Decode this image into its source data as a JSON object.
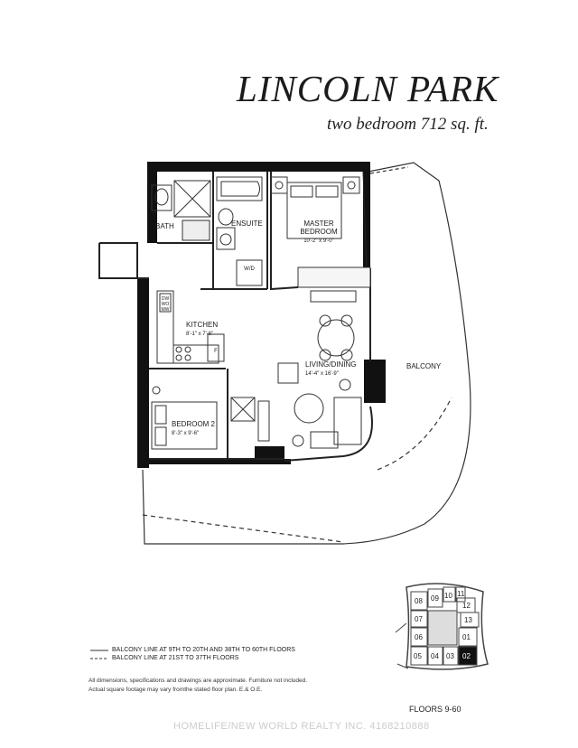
{
  "header": {
    "title": "LINCOLN PARK",
    "subtitle": "two bedroom 712 sq. ft."
  },
  "rooms": {
    "bath": "BATH",
    "ensuite": "ENSUITE",
    "master_bedroom": "MASTER",
    "master_bedroom_line2": "BEDROOM",
    "master_dims": "10'-2\" x 9'-0\"",
    "wd": "W/D",
    "dw": "DW",
    "wo": "WO",
    "mw": "MW",
    "fridge": "F",
    "kitchen": "KITCHEN",
    "kitchen_dims": "8'-1\" x 7'-6\"",
    "living": "LIVING/DINING",
    "living_dims": "14'-4\" x 16'-9\"",
    "balcony": "BALCONY",
    "bedroom2": "BEDROOM 2",
    "bedroom2_dims": "8'-3\" x 9'-6\""
  },
  "keyplan": {
    "units": [
      "08",
      "09",
      "10",
      "11",
      "12",
      "07",
      "13",
      "06",
      "01",
      "05",
      "04",
      "03",
      "02"
    ],
    "highlighted": "02",
    "floors_label": "FLOORS 9-60"
  },
  "legend": {
    "solid": "BALCONY LINE AT 9TH TO 20TH AND 38TH TO 60TH FLOORS",
    "dashed": "BALCONY LINE AT 21ST TO 37TH FLOORS"
  },
  "notes": {
    "line1": "All dimensions, specifications and drawings are approximate. Furniture not included.",
    "line2": "Actual square footage may vary fromthe stated floor plan. E.& O.E."
  },
  "watermark": "HOMELIFE/NEW WORLD REALTY INC. 4168210888"
}
